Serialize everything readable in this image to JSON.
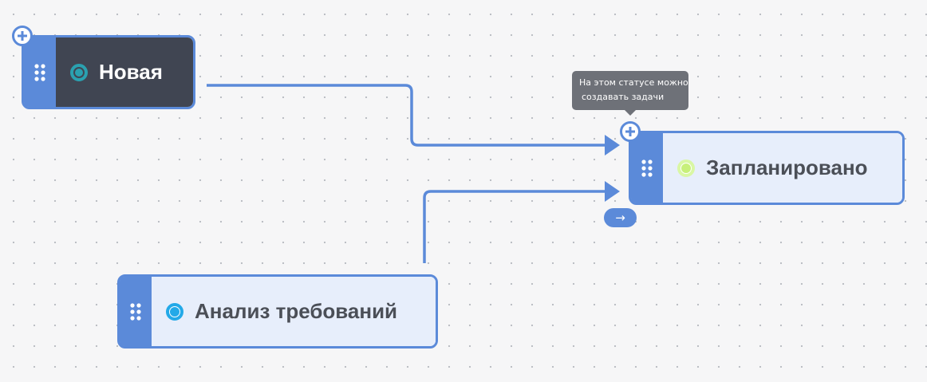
{
  "nodes": {
    "new": {
      "label": "Новая"
    },
    "planned": {
      "label": "Запланировано"
    },
    "analysis": {
      "label": "Анализ требований"
    }
  },
  "tooltip": {
    "line1": "На этом статусе можно",
    "line2": "создавать задачи"
  },
  "next_button_symbol": "→",
  "colors": {
    "accent": "#5b8ad9",
    "canvas_bg": "#f6f6f7",
    "new_node_bg": "#404552",
    "node_bg": "#e7eefb",
    "new_status": "#2aa1b0",
    "planned_status": "#c7f07a",
    "analysis_status": "#23a9e8",
    "tooltip_bg": "#6e7178"
  },
  "icons": {
    "drag_handle": "drag-handle-icon",
    "plus": "plus-icon",
    "arrow": "arrow-right-icon",
    "status": "status-dot-icon"
  }
}
